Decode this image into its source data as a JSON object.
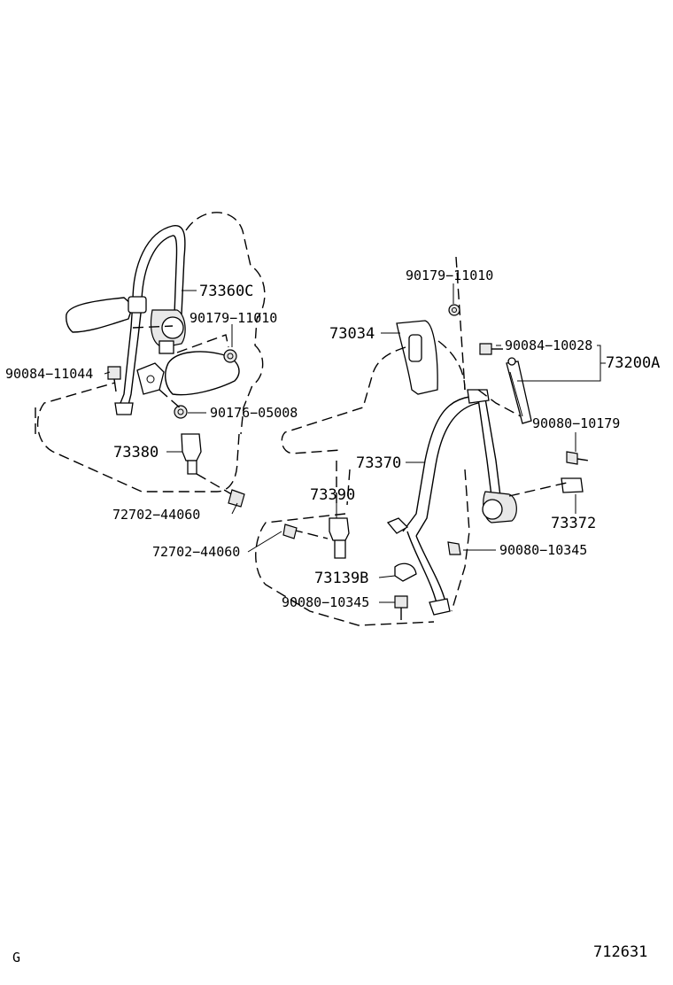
{
  "labels": {
    "p73360C": "73360C",
    "p90179_11010_left": "90179−11010",
    "p90084_11044": "90084−11044",
    "p90176_05008": "90176−05008",
    "p73380": "73380",
    "p72702_44060_left": "72702−44060",
    "p90179_11010_right": "90179−11010",
    "p73034": "73034",
    "p90084_10028": "90084−10028",
    "p73200A": "73200A",
    "p90080_10179": "90080−10179",
    "p73370": "73370",
    "p73390": "73390",
    "p72702_44060_mid": "72702−44060",
    "p73372": "73372",
    "p90080_10345_right": "90080−10345",
    "p73139B": "73139B",
    "p90080_10345_bottom": "90080−10345"
  },
  "footer": {
    "corner_letter": "G",
    "figure_number": "712631"
  }
}
